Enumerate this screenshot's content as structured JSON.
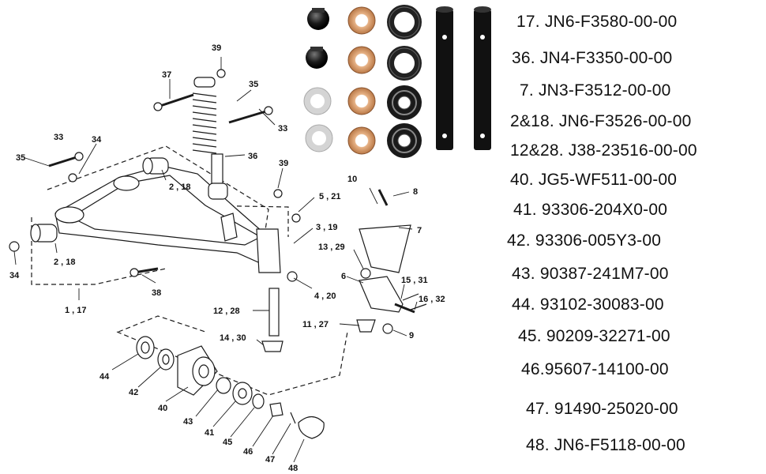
{
  "callouts": {
    "c39a": "39",
    "c37": "37",
    "c35a": "35",
    "c33a": "33",
    "c36": "36",
    "c33b": "33",
    "c34a": "34",
    "c35b": "35",
    "c39b": "39",
    "c218a": "2 , 18",
    "c521": "5 , 21",
    "c10": "10",
    "c8": "8",
    "c319": "3 , 19",
    "c7": "7",
    "c218b": "2 , 18",
    "c34b": "34",
    "c1329": "13 , 29",
    "c6": "6",
    "c1531": "15 , 31",
    "c38": "38",
    "c420": "4 , 20",
    "c1632": "16 , 32",
    "c117": "1 , 17",
    "c1228": "12 , 28",
    "c1127": "11 , 27",
    "c9": "9",
    "c1430": "14 , 30",
    "c44": "44",
    "c42": "42",
    "c40": "40",
    "c43": "43",
    "c41": "41",
    "c45": "45",
    "c46": "46",
    "c47": "47",
    "c48": "48"
  },
  "parts_list": [
    "17. JN6-F3580-00-00",
    "36. JN4-F3350-00-00",
    "7. JN3-F3512-00-00",
    "2&18. JN6-F3526-00-00",
    "12&28. J38-23516-00-00",
    "40. JG5-WF511-00-00",
    "41. 93306-204X0-00",
    "42. 93306-005Y3-00",
    "43. 90387-241M7-00",
    "44. 93102-30083-00",
    "45.  90209-32271-00",
    "46.95607-14100-00",
    "47. 91490-25020-00",
    "48. JN6-F5118-00-00"
  ],
  "colors": {
    "line": "#1a1a1a",
    "bushing_bronze": "#d8a070",
    "washer_grey": "#cfcfcf",
    "pin_black": "#111111",
    "seal_dark": "#2a2a2a"
  }
}
